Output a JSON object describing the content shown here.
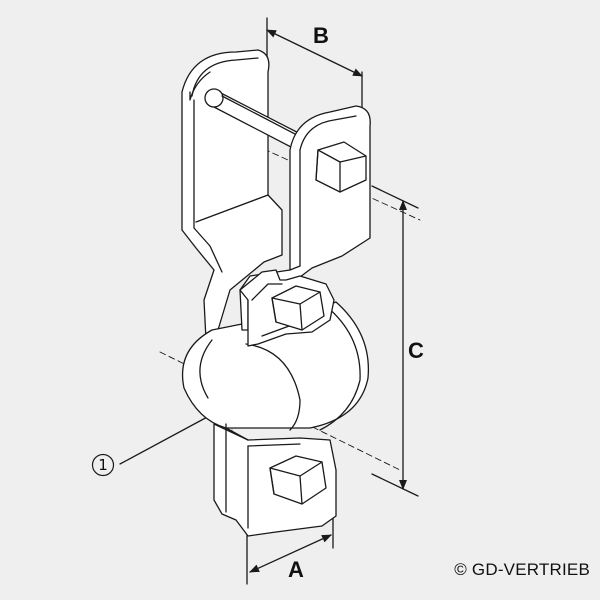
{
  "labels": {
    "dimension_a": "A",
    "dimension_b": "B",
    "dimension_c": "C",
    "callout_1": "1"
  },
  "copyright": "© GD-VERTRIEB",
  "colors": {
    "background": "#efefef",
    "line": "#1a1a1a",
    "part_fill": "#ffffff"
  }
}
